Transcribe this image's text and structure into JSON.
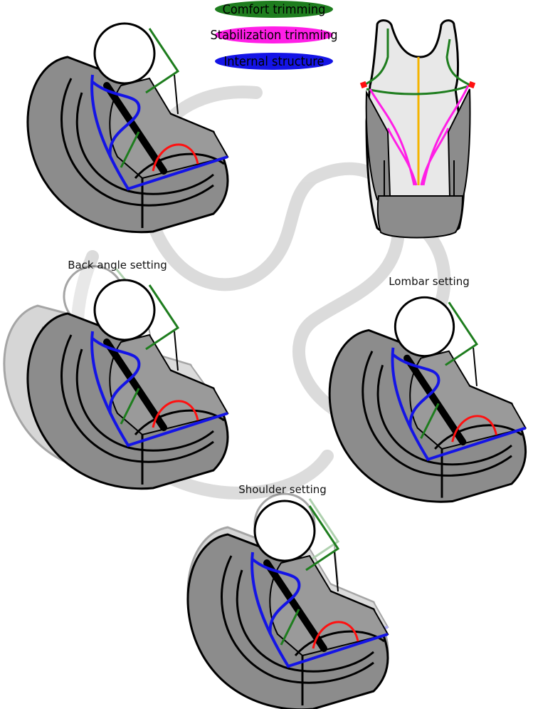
{
  "legend": {
    "comfort": {
      "label": "Comfort trimming",
      "color": "#1e7d1e"
    },
    "stabilization": {
      "label": "Stabilization trimming",
      "color": "#ff1ee6"
    },
    "internal": {
      "label": "Internal structure",
      "color": "#1414e6"
    }
  },
  "captions": {
    "back_angle": "Back angle setting",
    "lombar": "Lombar setting",
    "shoulder": "Shoulder setting"
  },
  "colors": {
    "shell": "#8c8c8c",
    "outline": "#000000",
    "comfort_line": "#1e7d1e",
    "structure_line": "#1414e6",
    "stabilization_line": "#ff1ee6",
    "seat_arc": "#ff1010",
    "spine_line": "#f5b400",
    "harness_body": "#e8e8e8"
  }
}
